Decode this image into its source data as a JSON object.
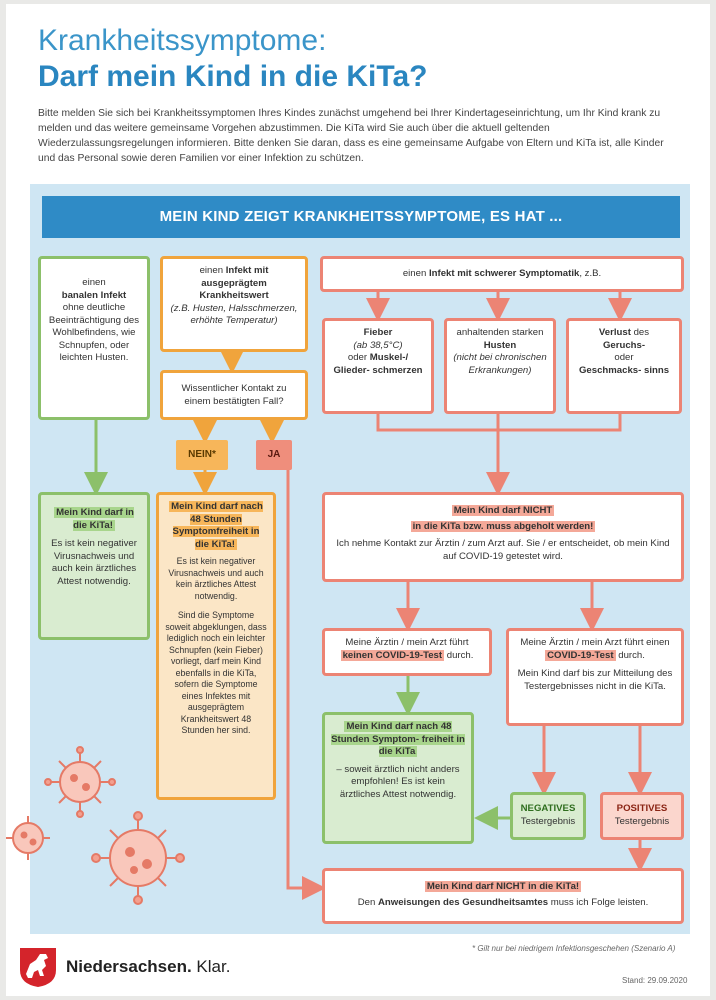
{
  "header": {
    "title_line1": "Krankheitssymptome:",
    "title_line2": "Darf mein Kind in die KiTa?",
    "intro": "Bitte melden Sie sich bei Krankheitssymptomen Ihres Kindes zunächst umgehend bei Ihrer Kindertageseinrichtung, um Ihr Kind krank zu melden und das weitere gemeinsame Vorgehen abzustimmen. Die KiTa wird Sie auch über die aktuell geltenden Wiederzulassungsregelungen informieren. Bitte denken Sie daran, dass es eine gemeinsame Aufgabe von Eltern und KiTa ist, alle Kinder und das Personal sowie deren Familien vor einer Infektion zu schützen."
  },
  "banner": "MEIN KIND ZEIGT KRANKHEITSSYMPTOME, ES HAT ...",
  "col1": {
    "top": {
      "t1": "einen",
      "bold": "banalen Infekt",
      "t2": "ohne deutliche Beeinträchtigung des Wohlbefindens, wie Schnupfen, oder leichten Husten."
    },
    "result": {
      "bold": "Mein Kind darf in die KiTa!",
      "text": "Es ist kein negativer Virusnachweis und auch kein ärztliches Attest notwendig."
    }
  },
  "col2": {
    "top": {
      "t1": "einen",
      "bold": "Infekt mit ausgeprägtem Krankheitswert",
      "italic": "(z.B. Husten, Halsschmerzen, erhöhte Temperatur)"
    },
    "question": "Wissentlicher Kontakt zu einem bestätigten Fall?",
    "nein": "NEIN",
    "nein_mark": "*",
    "ja": "JA",
    "result": {
      "bold": "Mein Kind darf nach 48 Stunden Symptomfreiheit in die KiTa!",
      "text1": "Es ist kein negativer Virusnachweis und auch kein ärztliches Attest notwendig.",
      "text2": "Sind die Symptome soweit abgeklungen, dass lediglich noch ein leichter Schnupfen (kein Fieber) vorliegt, darf mein Kind ebenfalls in die KiTa, sofern die Symptome eines Infektes mit ausgeprägtem Krankheitswert 48 Stunden her sind."
    }
  },
  "col3": {
    "top": {
      "t1": "einen",
      "bold": "Infekt mit schwerer Symptomatik",
      "t2": ", z.B."
    },
    "sym1": {
      "bold1": "Fieber",
      "italic": "(ab 38,5°C)",
      "t": "oder",
      "bold2": "Muskel-/ Glieder- schmerzen"
    },
    "sym2": {
      "t": "anhaltenden starken",
      "bold": "Husten",
      "italic": "(nicht bei chronischen Erkrankungen)"
    },
    "sym3": {
      "bold1": "Verlust",
      "t1": "des",
      "bold2": "Geruchs-",
      "t2": "oder",
      "bold3": "Geschmacks- sinns"
    },
    "notallowed": {
      "bold1": "Mein Kind darf NICHT",
      "bold2": "in die KiTa bzw. muss abgeholt werden!",
      "text": "Ich nehme Kontakt zur Ärztin / zum Arzt auf. Sie / er entscheidet, ob mein Kind auf COVID-19 getestet wird."
    },
    "notest": {
      "t": "Meine Ärztin / mein Arzt führt",
      "bold": "keinen COVID-19-Test",
      "t2": "durch."
    },
    "test": {
      "t": "Meine Ärztin / mein Arzt führt einen",
      "bold": "COVID-19-Test",
      "t2": "durch.",
      "text": "Mein Kind darf bis zur Mitteilung des Testergebnisses nicht in die KiTa."
    },
    "allowed48": {
      "bold": "Mein Kind darf nach 48 Stunden Symptom- freiheit in die KiTa",
      "text": "– soweit ärztlich nicht anders empfohlen! Es ist kein ärztliches Attest notwendig."
    },
    "negative": {
      "bold": "NEGATIVES",
      "t": "Testergebnis"
    },
    "positive": {
      "bold": "POSITIVES",
      "t": "Testergebnis"
    },
    "final": {
      "bold": "Mein Kind darf NICHT in die KiTa!",
      "t1": "Den",
      "bold2": "Anweisungen des Gesundheitsamtes",
      "t2": "muss ich Folge leisten."
    }
  },
  "footer": {
    "logo_name": "Niedersachsen.",
    "logo_claim": "Klar.",
    "footnote": "* Gilt nur bei niedrigem Infektionsgeschehen (Szenario A)",
    "stand": "Stand: 29.09.2020"
  },
  "colors": {
    "blue": "#2f8bc6",
    "green": "#8cc06a",
    "orange": "#f0a43c",
    "red": "#ec8474",
    "panel": "#cfe6f3"
  },
  "icons": [
    "virus-icon",
    "niedersachsen-horse-logo"
  ]
}
